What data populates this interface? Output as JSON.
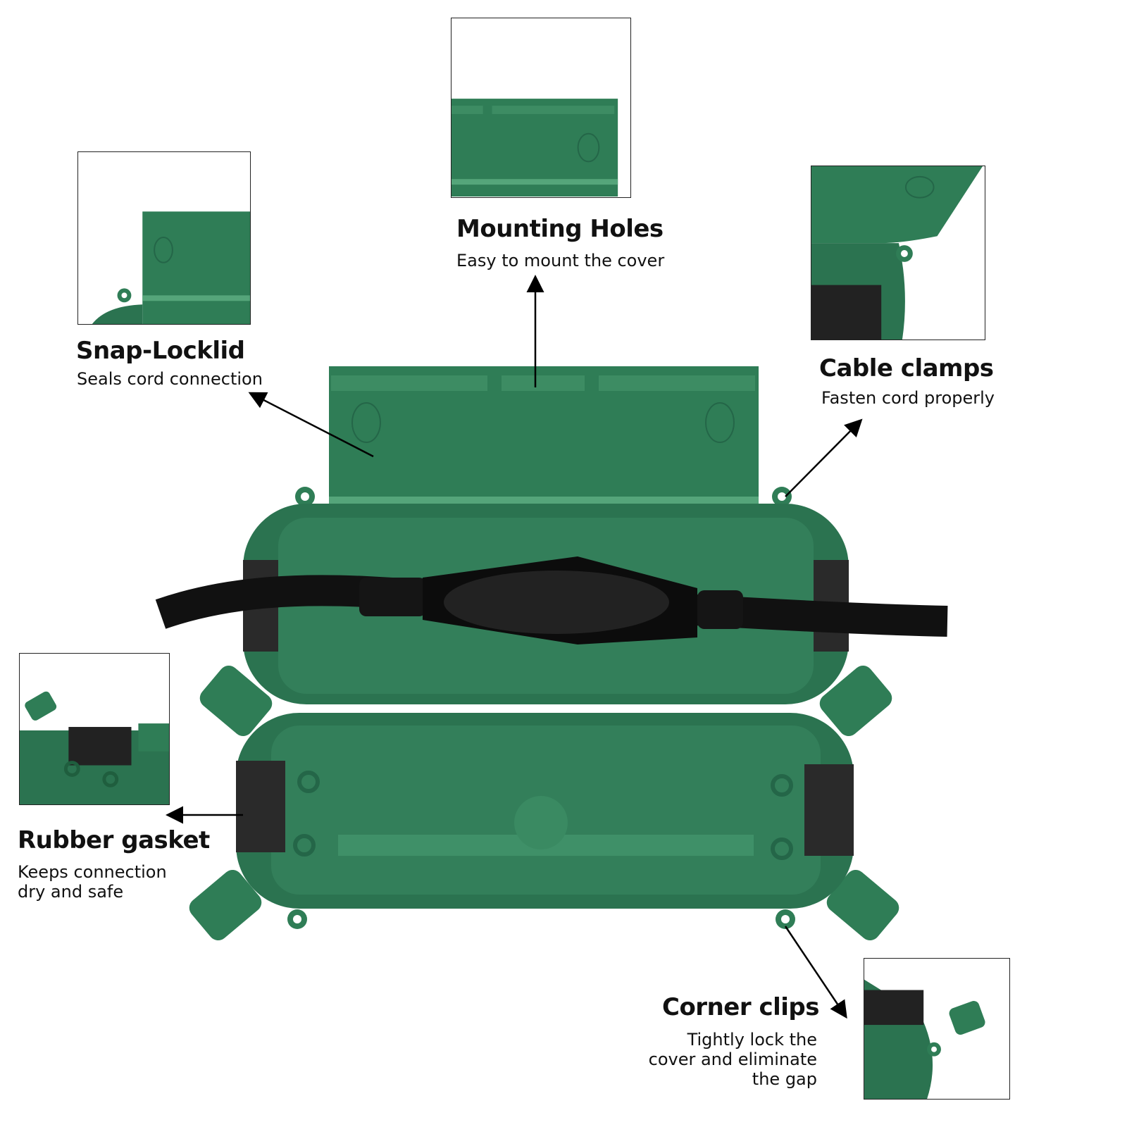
{
  "features": [
    {
      "id": "mounting-holes",
      "title": "Mounting Holes",
      "description": [
        "Easy to mount the cover"
      ]
    },
    {
      "id": "snap-locklid",
      "title": "Snap-Locklid",
      "description": [
        "Seals cord connection"
      ]
    },
    {
      "id": "cable-clamps",
      "title": "Cable clamps",
      "description": [
        "Fasten cord properly"
      ]
    },
    {
      "id": "rubber-gasket",
      "title": "Rubber gasket",
      "description": [
        "Keeps connection",
        "dry and safe"
      ]
    },
    {
      "id": "corner-clips",
      "title": "Corner clips",
      "description": [
        "Tightly lock the",
        "cover and eliminate",
        "the gap"
      ]
    }
  ],
  "colors": {
    "green": "#2e7d55",
    "green_dark": "#1f5e3e",
    "green_light": "#4a9a70",
    "rubber": "#2a2a2a",
    "cable": "#111111"
  }
}
